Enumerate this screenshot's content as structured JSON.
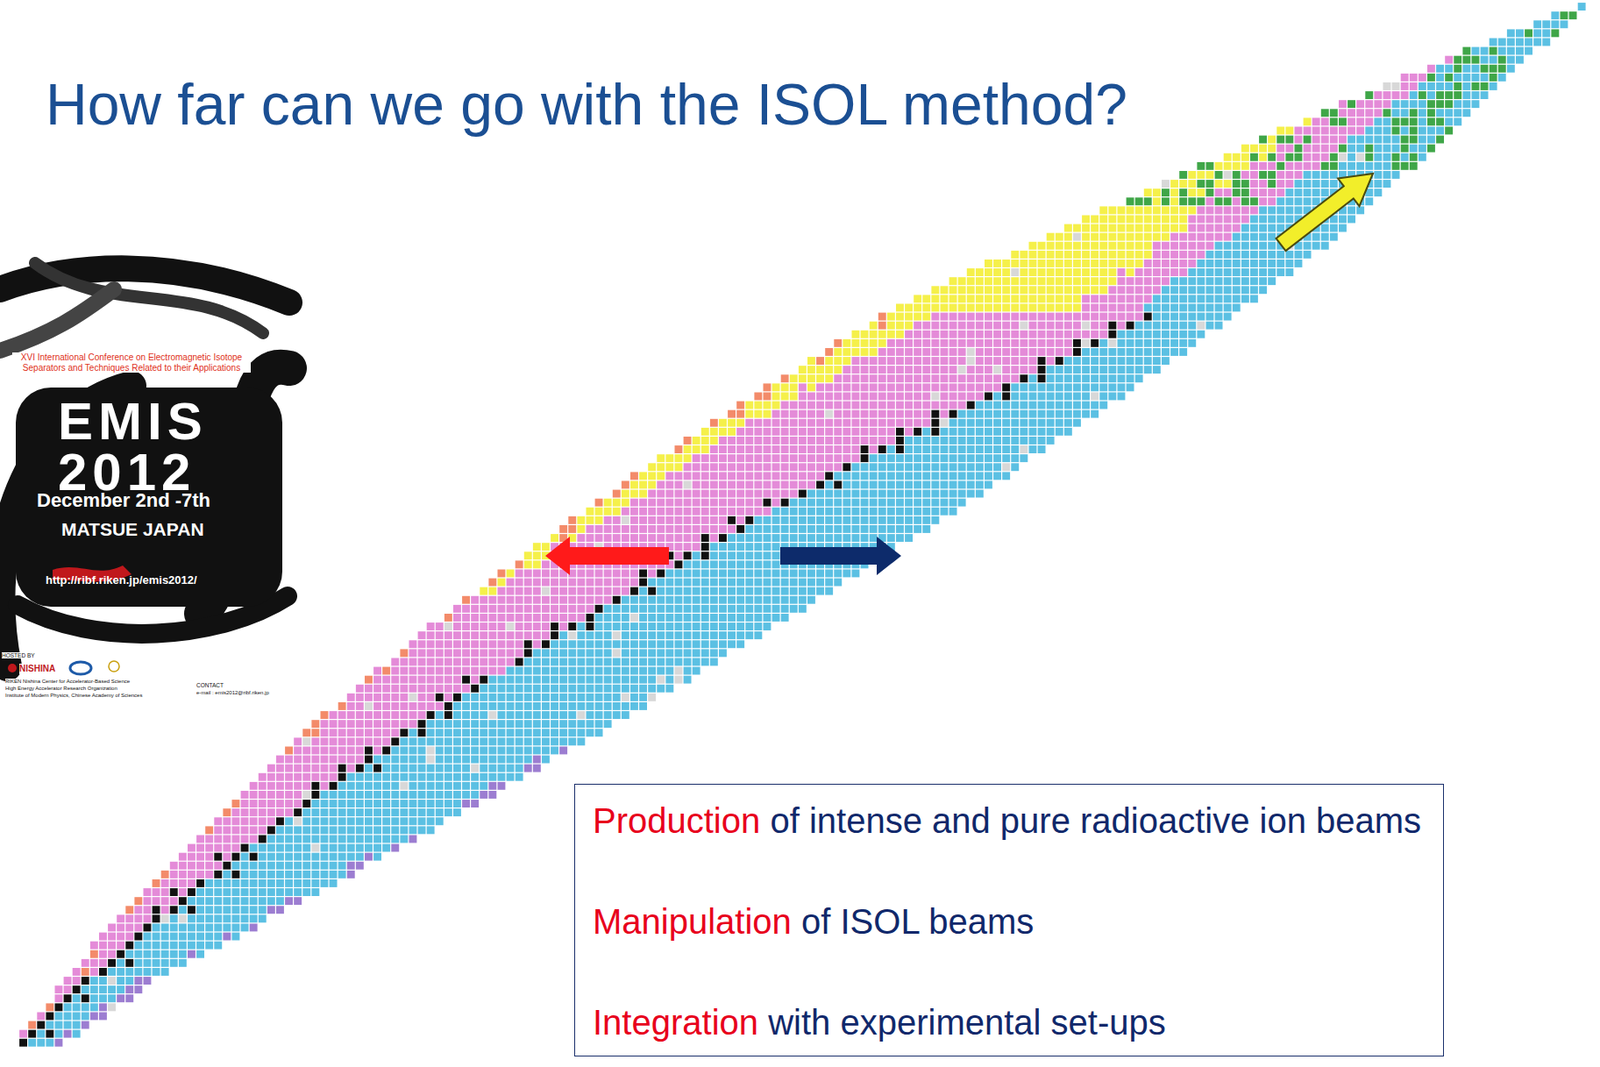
{
  "diagram": {
    "title": "How far can we go with the ISOL method?",
    "nodes": [
      {
        "text": [
          "Production",
          "of intense and pure radioactive ion beams",
          "Manipulation",
          "of ISOL beams",
          "Integration",
          "with experimental set-ups"
        ]
      }
    ],
    "labels": [
      "XVI International Conference on Electromagnetic Isotope Separators and Techniques Related to their Applications",
      "EMIS",
      "2012",
      "December 2nd -7th",
      "MATSUE JAPAN",
      "http://ribf.riken.jp/emis2012/",
      "HOSTED BY",
      "NISHINA",
      "RIKEN Nishina Center for Accelerator-Based Science",
      "High Energy Accelerator Research Organization",
      "Institute of Modern Physics, Chinese Academy of Sciences",
      "CONTACT",
      "e-mail : emis2012@ribf.riken.jp"
    ]
  }
}
